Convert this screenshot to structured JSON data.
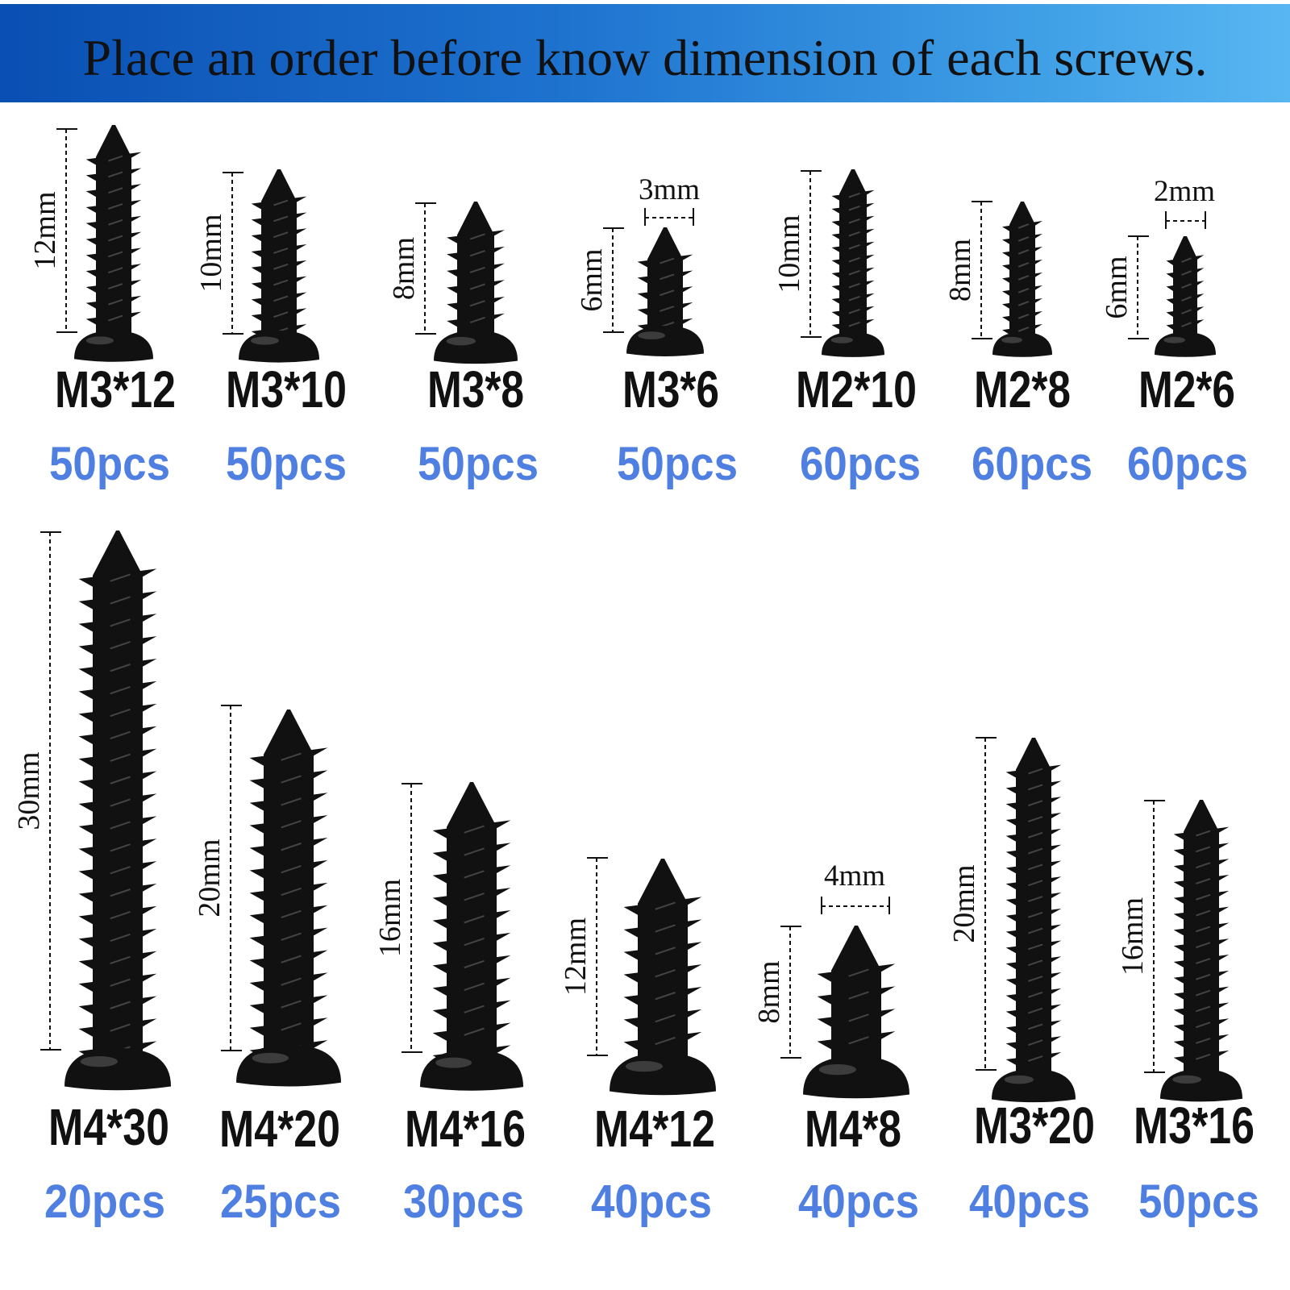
{
  "banner": {
    "text": "Place an order before know dimension of each screws.",
    "colors": [
      "#0a4fb3",
      "#58b6f2"
    ]
  },
  "colors": {
    "screw": "#111111",
    "quantity_text": "#4f7fe0",
    "size_text": "#111111"
  },
  "screws": [
    {
      "size": "M3*12",
      "quantity": "50pcs",
      "length_label": "12mm",
      "length_mm": 12,
      "diameter_mm": 3
    },
    {
      "size": "M3*10",
      "quantity": "50pcs",
      "length_label": "10mm",
      "length_mm": 10,
      "diameter_mm": 3
    },
    {
      "size": "M3*8",
      "quantity": "50pcs",
      "length_label": "8mm",
      "length_mm": 8,
      "diameter_mm": 3
    },
    {
      "size": "M3*6",
      "quantity": "50pcs",
      "length_label": "6mm",
      "length_mm": 6,
      "diameter_mm": 3,
      "diameter_label": "3mm"
    },
    {
      "size": "M2*10",
      "quantity": "60pcs",
      "length_label": "10mm",
      "length_mm": 10,
      "diameter_mm": 2
    },
    {
      "size": "M2*8",
      "quantity": "60pcs",
      "length_label": "8mm",
      "length_mm": 8,
      "diameter_mm": 2
    },
    {
      "size": "M2*6",
      "quantity": "60pcs",
      "length_label": "6mm",
      "length_mm": 6,
      "diameter_mm": 2,
      "diameter_label": "2mm"
    },
    {
      "size": "M4*30",
      "quantity": "20pcs",
      "length_label": "30mm",
      "length_mm": 30,
      "diameter_mm": 4
    },
    {
      "size": "M4*20",
      "quantity": "25pcs",
      "length_label": "20mm",
      "length_mm": 20,
      "diameter_mm": 4
    },
    {
      "size": "M4*16",
      "quantity": "30pcs",
      "length_label": "16mm",
      "length_mm": 16,
      "diameter_mm": 4
    },
    {
      "size": "M4*12",
      "quantity": "40pcs",
      "length_label": "12mm",
      "length_mm": 12,
      "diameter_mm": 4
    },
    {
      "size": "M4*8",
      "quantity": "40pcs",
      "length_label": "8mm",
      "length_mm": 8,
      "diameter_mm": 4,
      "diameter_label": "4mm"
    },
    {
      "size": "M3*20",
      "quantity": "40pcs",
      "length_label": "20mm",
      "length_mm": 20,
      "diameter_mm": 3
    },
    {
      "size": "M3*16",
      "quantity": "50pcs",
      "length_label": "16mm",
      "length_mm": 16,
      "diameter_mm": 3
    }
  ]
}
